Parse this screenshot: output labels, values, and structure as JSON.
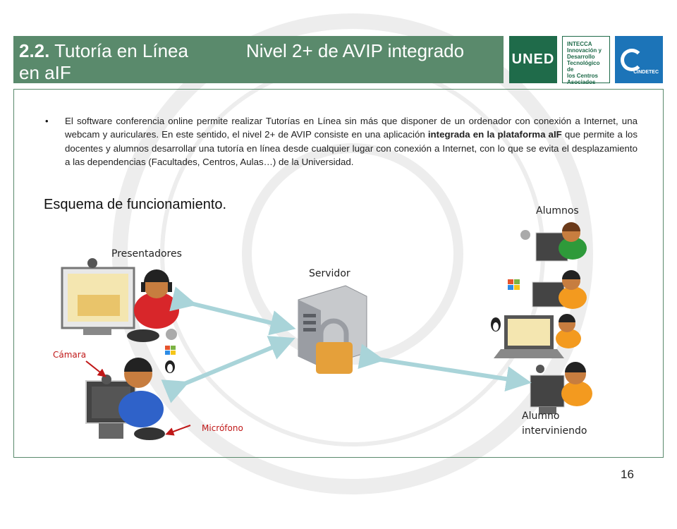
{
  "header": {
    "title_number": "2.2.",
    "title_main": "Tutoría en Línea",
    "title_right": "Nivel 2+ de AVIP integrado",
    "title_line2": "en aIF",
    "bar_color": "#5a8a6c"
  },
  "logos": {
    "uned": "UNED",
    "intecca": [
      "INTECCA",
      "Innovación y",
      "Desarrollo",
      "Tecnológico de",
      "los Centros",
      "Asociados"
    ],
    "cindetec": "CINDETEC"
  },
  "body": {
    "bullet": "•",
    "para_before": "El software conferencia online permite realizar Tutorías en Línea sin más que disponer de un ordenador con conexión a Internet, una webcam y auriculares. En este sentido, el nivel 2+ de AVIP consiste en una aplicación",
    "para_bold": "integrada en la plataforma aIF",
    "para_after": "que permite a los docentes y alumnos desarrollar una tutoría en línea desde cualquier lugar con conexión a Internet, con lo que se evita el desplazamiento a las dependencias (Facultades, Centros, Aulas…) de la Universidad.",
    "esquema": "Esquema de funcionamiento."
  },
  "diagram": {
    "presentadores": "Presentadores",
    "servidor": "Servidor",
    "alumnos": "Alumnos",
    "alumno_line1": "Alumno",
    "alumno_line2": "interviniendo",
    "camara": "Cámara",
    "microfono": "Micrófono",
    "arrow_color": "#a9d4d9",
    "callout_color": "#c01818"
  },
  "page_number": "16"
}
